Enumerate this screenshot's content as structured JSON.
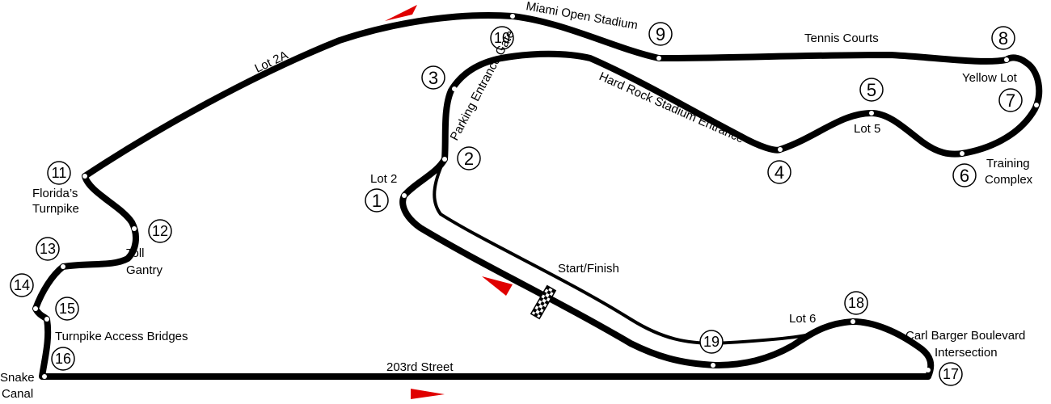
{
  "map": {
    "track_color": "#000000",
    "arrow_color": "#e00000",
    "background": "#ffffff",
    "turns": [
      {
        "n": "1"
      },
      {
        "n": "2"
      },
      {
        "n": "3"
      },
      {
        "n": "4"
      },
      {
        "n": "5"
      },
      {
        "n": "6"
      },
      {
        "n": "7"
      },
      {
        "n": "8"
      },
      {
        "n": "9"
      },
      {
        "n": "10"
      },
      {
        "n": "11"
      },
      {
        "n": "12"
      },
      {
        "n": "13"
      },
      {
        "n": "14"
      },
      {
        "n": "15"
      },
      {
        "n": "16"
      },
      {
        "n": "17"
      },
      {
        "n": "18"
      },
      {
        "n": "19"
      }
    ],
    "labels": {
      "miami_open": "Miami Open Stadium",
      "tennis_courts": "Tennis Courts",
      "yellow_lot": "Yellow Lot",
      "lot_2a": "Lot 2A",
      "parking_gate": "Parking Entrance Gate",
      "hard_rock": "Hard Rock Stadium Entrance",
      "lot_5": "Lot 5",
      "training_1": "Training",
      "training_2": "Complex",
      "lot_2": "Lot 2",
      "floridas_1": "Florida’s",
      "floridas_2": "Turnpike",
      "toll_1": "Toll",
      "toll_2": "Gantry",
      "start_finish": "Start/Finish",
      "lot_6": "Lot 6",
      "carl_1": "Carl Barger Boulevard",
      "carl_2": "Intersection",
      "turnpike_bridges": "Turnpike Access Bridges",
      "street_203": "203rd Street",
      "snake_1": "Snake",
      "snake_2": "Canal"
    }
  }
}
